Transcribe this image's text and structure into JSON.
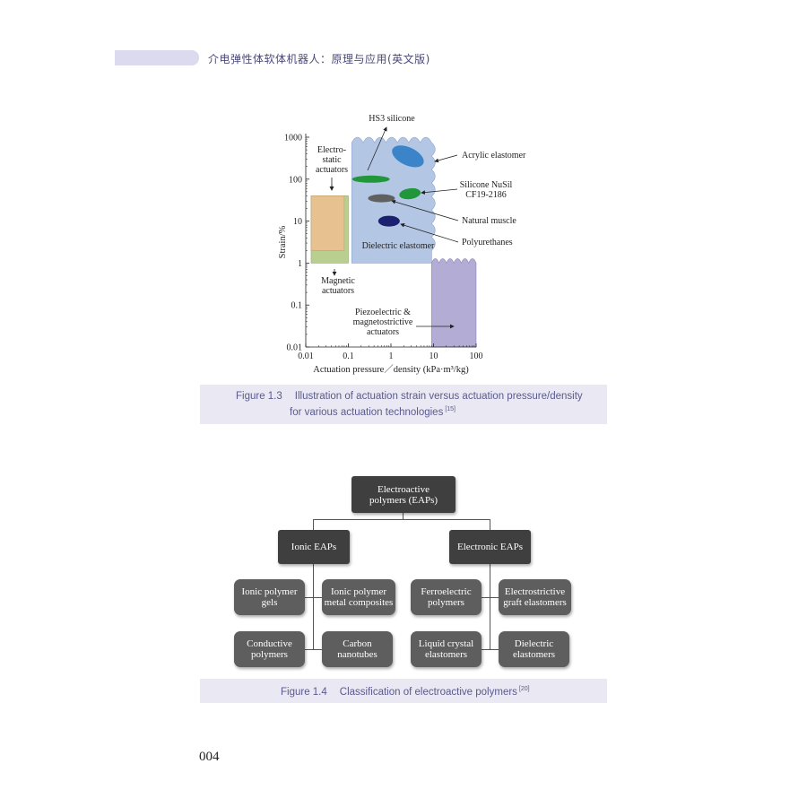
{
  "running_head": "介电弹性体软体机器人：原理与应用(英文版)",
  "figure_1_3": {
    "caption_label": "Figure 1.3",
    "caption_line1": "Illustration of actuation strain versus actuation pressure/density",
    "caption_line2": "for various actuation technologies",
    "caption_ref": "[15]",
    "chart_data": {
      "type": "area",
      "xlabel": "Actuation pressure／density (kPa·m³/kg)",
      "ylabel": "Strain/%",
      "x_ticks": [
        "0.01",
        "0.1",
        "1",
        "10",
        "100"
      ],
      "y_ticks": [
        "0.01",
        "0.1",
        "1",
        "10",
        "100",
        "1000"
      ],
      "x_scale": "log",
      "y_scale": "log",
      "xlim": [
        0.01,
        100
      ],
      "ylim": [
        0.01,
        1000
      ],
      "regions": [
        {
          "label": "Electro-\nstatic\nactuators",
          "x_range": [
            0.01,
            0.1
          ],
          "y_range": [
            1,
            40
          ],
          "color": "#b9cf8f"
        },
        {
          "label": "Magnetic\nactuators",
          "x_range": [
            0.01,
            0.08
          ],
          "y_range": [
            2,
            40
          ],
          "color": "#e7c190"
        },
        {
          "label": "Dielectric elastomer",
          "x_range": [
            0.12,
            9
          ],
          "y_range": [
            1,
            1000
          ],
          "color": "#b3c6e4"
        },
        {
          "label": "Piezoelectric &\nmagnetostrictive\nactuators",
          "x_range": [
            9,
            100
          ],
          "y_range": [
            0.01,
            1
          ],
          "color": "#b3acd4"
        }
      ],
      "materials": [
        {
          "label": "Acrylic elastomer",
          "x": 2.5,
          "y": 350,
          "color": "#3b84c9"
        },
        {
          "label": "HS3 silicone",
          "x": 0.5,
          "y": 100,
          "color": "#22963b"
        },
        {
          "label": "Silicone NuSil\nCF19-2186",
          "x": 2.8,
          "y": 45,
          "color": "#22963b"
        },
        {
          "label": "Natural muscle",
          "x": 0.6,
          "y": 35,
          "color": "#606060"
        },
        {
          "label": "Polyurethanes",
          "x": 0.9,
          "y": 10,
          "color": "#1c2070"
        }
      ]
    }
  },
  "figure_1_4": {
    "caption_label": "Figure 1.4",
    "caption_text": "Classification of electroactive polymers",
    "caption_ref": "[20]",
    "root": "Electroactive\npolymers (EAPs)",
    "branches": [
      {
        "label": "Ionic EAPs",
        "children": [
          "Ionic polymer\ngels",
          "Ionic polymer\nmetal composites",
          "Conductive\npolymers",
          "Carbon\nnanotubes"
        ]
      },
      {
        "label": "Electronic EAPs",
        "children": [
          "Ferroelectric\npolymers",
          "Electrostrictive\ngraft elastomers",
          "Liquid crystal\nelastomers",
          "Dielectric\nelastomers"
        ]
      }
    ]
  },
  "page_number": "004"
}
